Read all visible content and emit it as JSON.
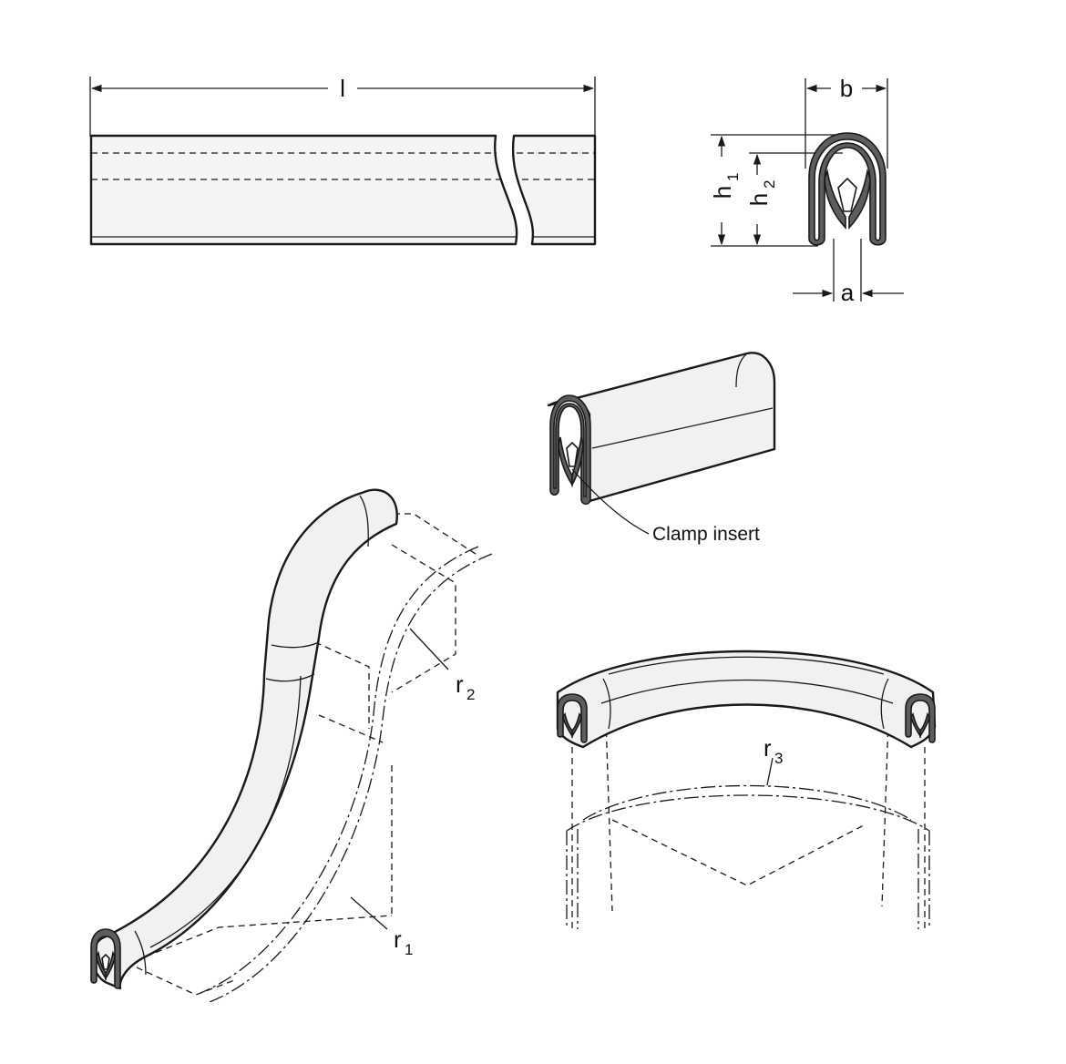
{
  "labels": {
    "length": "l",
    "width": "b",
    "height_1": "h",
    "height_1_sub": "1",
    "height_2": "h",
    "height_2_sub": "2",
    "clamp_opening": "a",
    "radius_1": "r",
    "radius_1_sub": "1",
    "radius_2": "r",
    "radius_2_sub": "2",
    "radius_3": "r",
    "radius_3_sub": "3",
    "clamp_insert": "Clamp insert"
  },
  "colors": {
    "line": "#1a1a1a",
    "profile_fill": "#f1f1f1",
    "section_fill": "#5d5d5d"
  }
}
